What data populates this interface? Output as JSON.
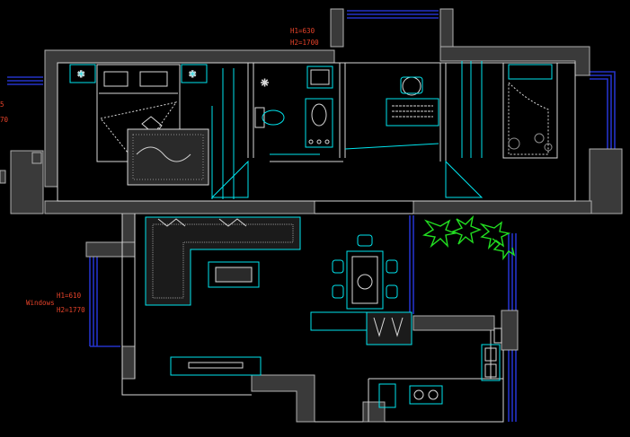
{
  "annotations": {
    "top_h1": "H1=630",
    "top_h2": "H2=1700",
    "window_label": "Windows",
    "window_h1": "H1=610",
    "window_h2": "H2=1770",
    "edge_text_top": "5",
    "edge_text_bottom": "70"
  },
  "colors": {
    "wall": "#b0b0b0",
    "wall_fill": "#3a3a3a",
    "line": "#00e5ee",
    "window": "#2433c8",
    "annotation": "#e8432a",
    "plant": "#22e021",
    "furniture": "#d8d8d8"
  },
  "icons": [
    "bed-icon",
    "sofa-icon",
    "dining-table-icon",
    "desk-icon",
    "toilet-icon",
    "sink-icon",
    "stove-icon",
    "plant-icon",
    "rug-icon"
  ]
}
